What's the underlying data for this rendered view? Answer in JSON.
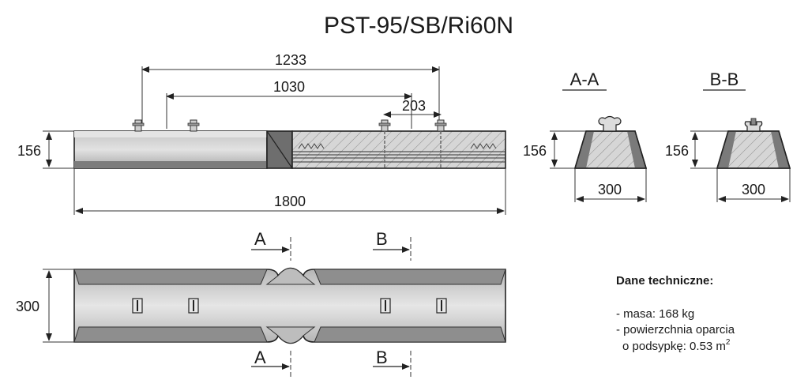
{
  "title": "PST-95/SB/Ri60N",
  "side_view": {
    "dim_total_length": "1800",
    "dim_height": "156",
    "dim_outer_anchors": "1233",
    "dim_inner_anchors": "1030",
    "dim_anchor_pair": "203"
  },
  "section_aa": {
    "label": "A-A",
    "dim_height": "156",
    "dim_width": "300"
  },
  "section_bb": {
    "label": "B-B",
    "dim_height": "156",
    "dim_width": "300"
  },
  "plan_view": {
    "dim_width": "300",
    "cut_a_top": "A",
    "cut_b_top": "B",
    "cut_a_bottom": "A",
    "cut_b_bottom": "B"
  },
  "technical_data": {
    "heading": "Dane techniczne:",
    "mass": "- masa: 168 kg",
    "support_area_line1": "- powierzchnia oparcia",
    "support_area_line2": "o podsypkę: 0.53 m",
    "support_area_sup": "2"
  }
}
